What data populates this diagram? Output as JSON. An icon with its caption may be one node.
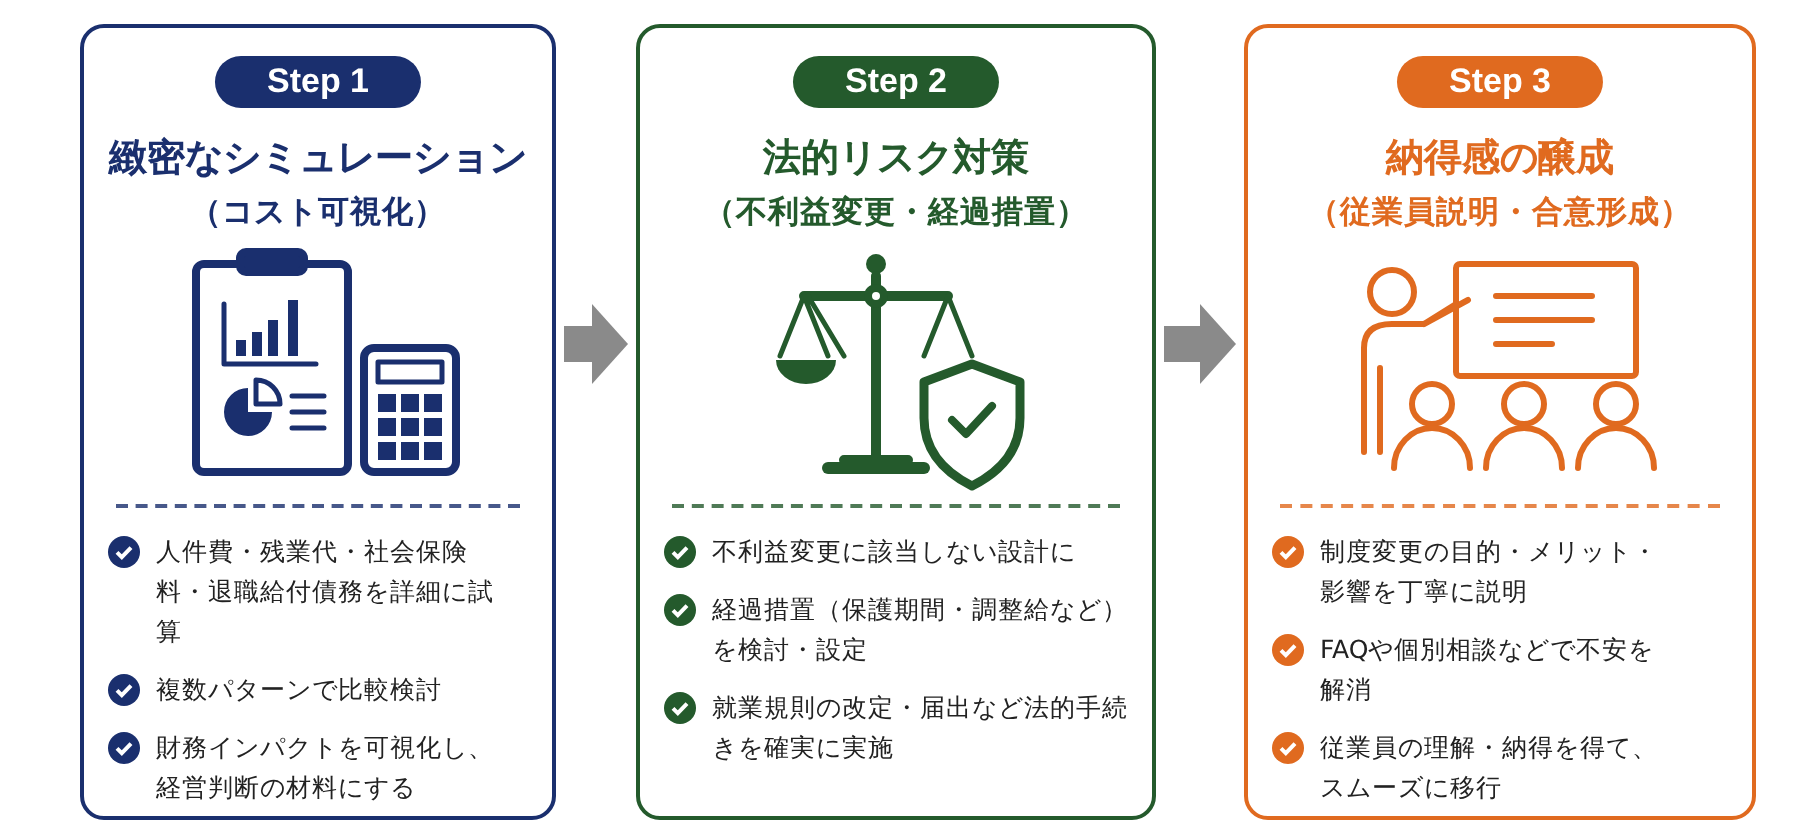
{
  "diagram": {
    "nodes": [
      {
        "text": [
          "Step 1",
          "緻密なシミュレーション",
          "（コスト可視化）",
          "人件費・残業代・社会保険料・退職給付債務を詳細に試算",
          "複数パターンで比較検討",
          "財務インパクトを可視化し、経営判断の材料にする"
        ]
      },
      {
        "text": [
          "Step 2",
          "法的リスク対策",
          "（不利益変更・経過措置）",
          "不利益変更に該当しない設計に",
          "経過措置（保護期間・調整給など）を検討・設定",
          "就業規則の改定・届出など法的手続きを確実に実施"
        ]
      },
      {
        "text": [
          "Step 3",
          "納得感の醸成",
          "（従業員説明・合意形成）",
          "制度変更の目的・メリット・影響を丁寧に説明",
          "FAQや個別相談などで不安を解消",
          "従業員の理解・納得を得て、スムーズに移行"
        ]
      }
    ],
    "edges": [
      {
        "from": 0,
        "to": 1,
        "arrow": "to"
      },
      {
        "from": 1,
        "to": 2,
        "arrow": "to"
      }
    ]
  }
}
